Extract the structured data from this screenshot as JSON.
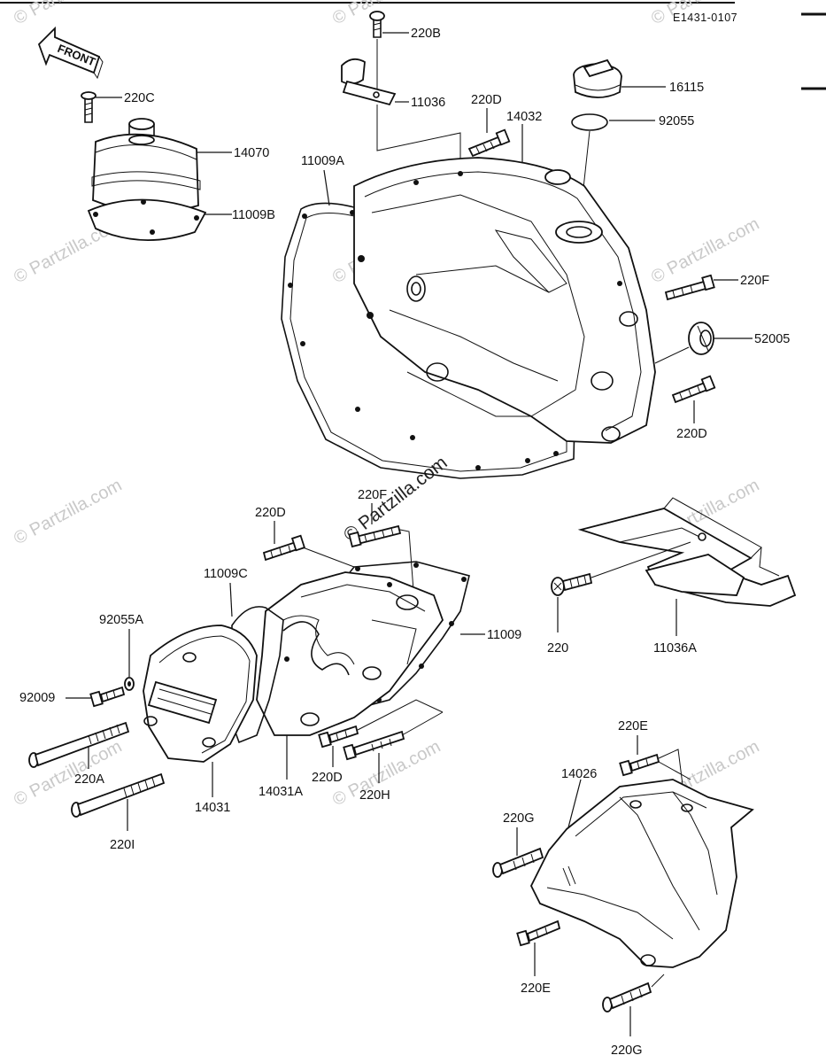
{
  "diagram_code": "E1431-0107",
  "front_label": "FRONT",
  "watermark": "© Partzilla.com",
  "callouts": {
    "c220B": "220B",
    "c220C": "220C",
    "c11036": "11036",
    "c220D_top": "220D",
    "c14032": "14032",
    "c16115": "16115",
    "c92055": "92055",
    "c14070": "14070",
    "c11009B": "11009B",
    "c11009A": "11009A",
    "c220F_right": "220F",
    "c52005": "52005",
    "c220D_right": "220D",
    "c220F_mid": "220F",
    "c220D_mid": "220D",
    "c11009C": "11009C",
    "c11009": "11009",
    "c92055A": "92055A",
    "c92009": "92009",
    "c220A": "220A",
    "c14031": "14031",
    "c14031A": "14031A",
    "c220D_low": "220D",
    "c220H": "220H",
    "c220I": "220I",
    "c220": "220",
    "c11036A": "11036A",
    "c220E_top": "220E",
    "c14026": "14026",
    "c220G_top": "220G",
    "c220E_low": "220E",
    "c220G_low": "220G"
  }
}
